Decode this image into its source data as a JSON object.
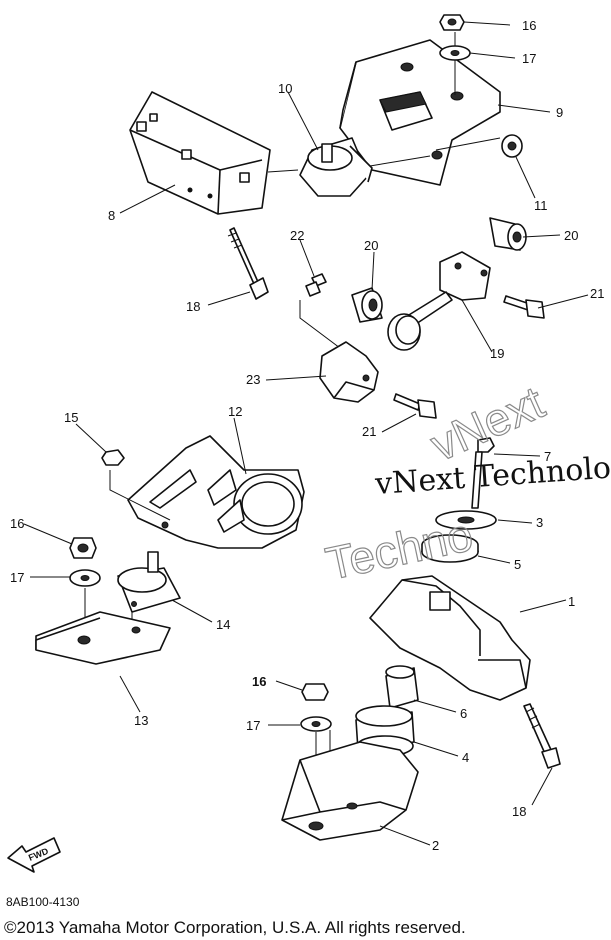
{
  "callouts": {
    "c1": "1",
    "c2": "2",
    "c4": "4",
    "c5": "5",
    "c6": "6",
    "c7": "7",
    "c8": "8",
    "c9": "9",
    "c10": "10",
    "c11": "11",
    "c12": "12",
    "c13": "13",
    "c14": "14",
    "c15": "15",
    "c16a": "16",
    "c16b": "16",
    "c16c": "16",
    "c17a": "17",
    "c17b": "17",
    "c17c": "17",
    "c18a": "18",
    "c18b": "18",
    "c19": "19",
    "c20a": "20",
    "c20b": "20",
    "c21a": "21",
    "c21b": "21",
    "c22": "22",
    "c23": "23",
    "c3": "3"
  },
  "fwd_label": "FWD",
  "watermark": {
    "line1": "vNext Technolo",
    "line2": "Techno",
    "line3": "vNext"
  },
  "diagram_code": "8AB100-4130",
  "copyright": "©2013 Yamaha Motor Corporation, U.S.A. All rights reserved."
}
